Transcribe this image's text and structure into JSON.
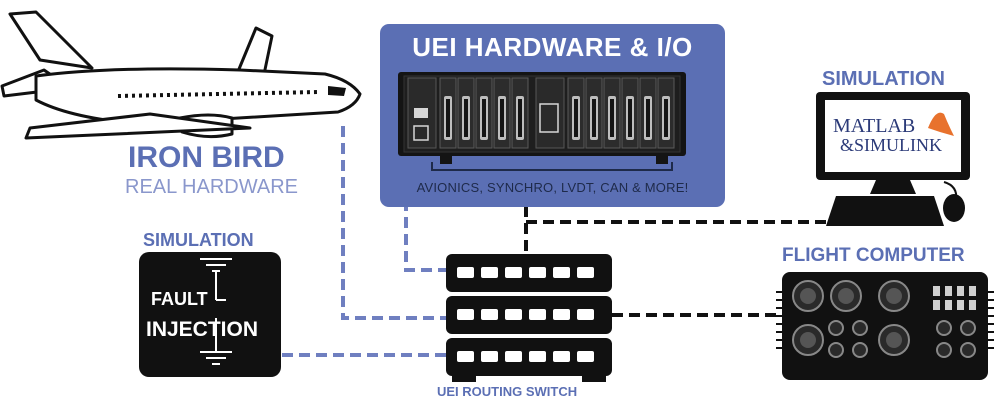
{
  "uei_hardware": {
    "title": "UEI HARDWARE & I/O",
    "caption": "AVIONICS, SYNCHRO, LVDT, CAN & MORE!"
  },
  "iron_bird": {
    "title": "IRON BIRD",
    "subtitle": "REAL HARDWARE"
  },
  "simulation_matlab": {
    "title": "SIMULATION",
    "logo_line1": "MATLAB",
    "logo_line2": "&SIMULINK"
  },
  "simulation_fault": {
    "title": "SIMULATION",
    "line1": "FAULT",
    "line2": "INJECTION"
  },
  "flight_computer": {
    "title": "FLIGHT COMPUTER"
  },
  "routing_switch": {
    "label": "UEI ROUTING SWITCH"
  },
  "colors": {
    "accent": "#5b6fb4",
    "accent_light": "#8a97cc",
    "dark": "#111111",
    "panel": "#1e2a4a"
  },
  "icons": [
    "airplane-icon",
    "computer-monitor-icon",
    "mouse-icon",
    "io-chassis-icon",
    "routing-switch-icon",
    "ground-symbol-icon",
    "matlab-membrane-icon"
  ]
}
